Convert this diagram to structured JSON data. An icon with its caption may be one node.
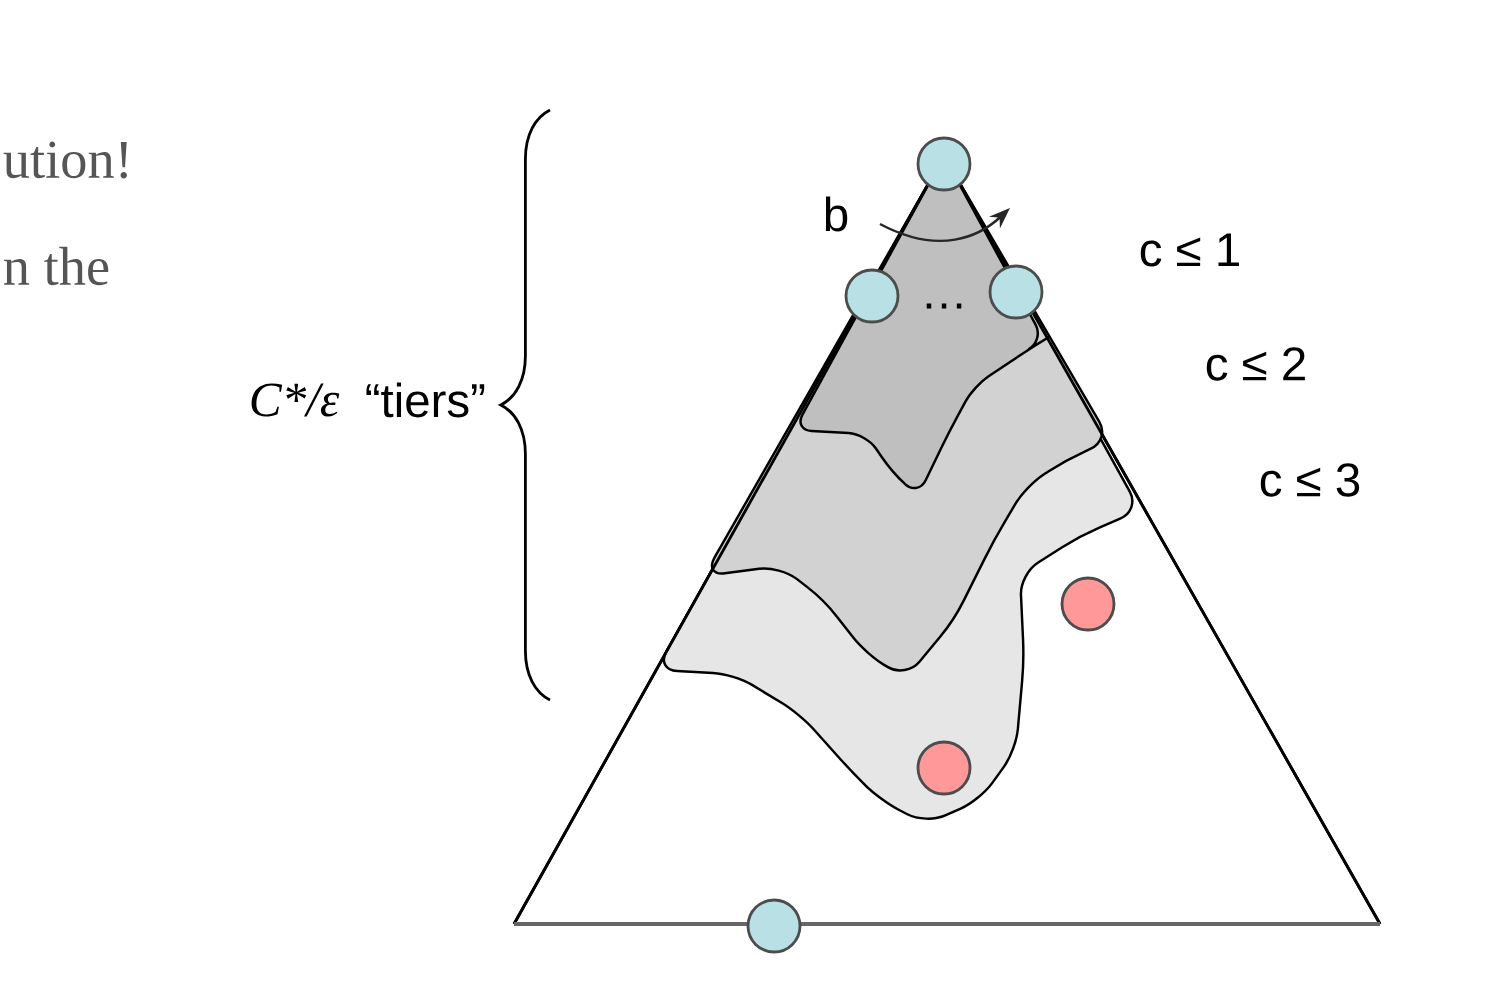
{
  "diagram": {
    "nodes": [
      {
        "text": [],
        "shape": "circle"
      },
      {
        "text": [],
        "shape": "circle"
      },
      {
        "text": [],
        "shape": "circle"
      },
      {
        "text": [],
        "shape": "circle"
      },
      {
        "text": [],
        "shape": "circle"
      },
      {
        "text": [],
        "shape": "circle"
      }
    ],
    "labels": [
      "ution!",
      "b",
      "c ≤ 1",
      "n the",
      "…",
      "c ≤ 2",
      "C*/ε",
      "“tiers”",
      "c ≤ 3"
    ]
  }
}
